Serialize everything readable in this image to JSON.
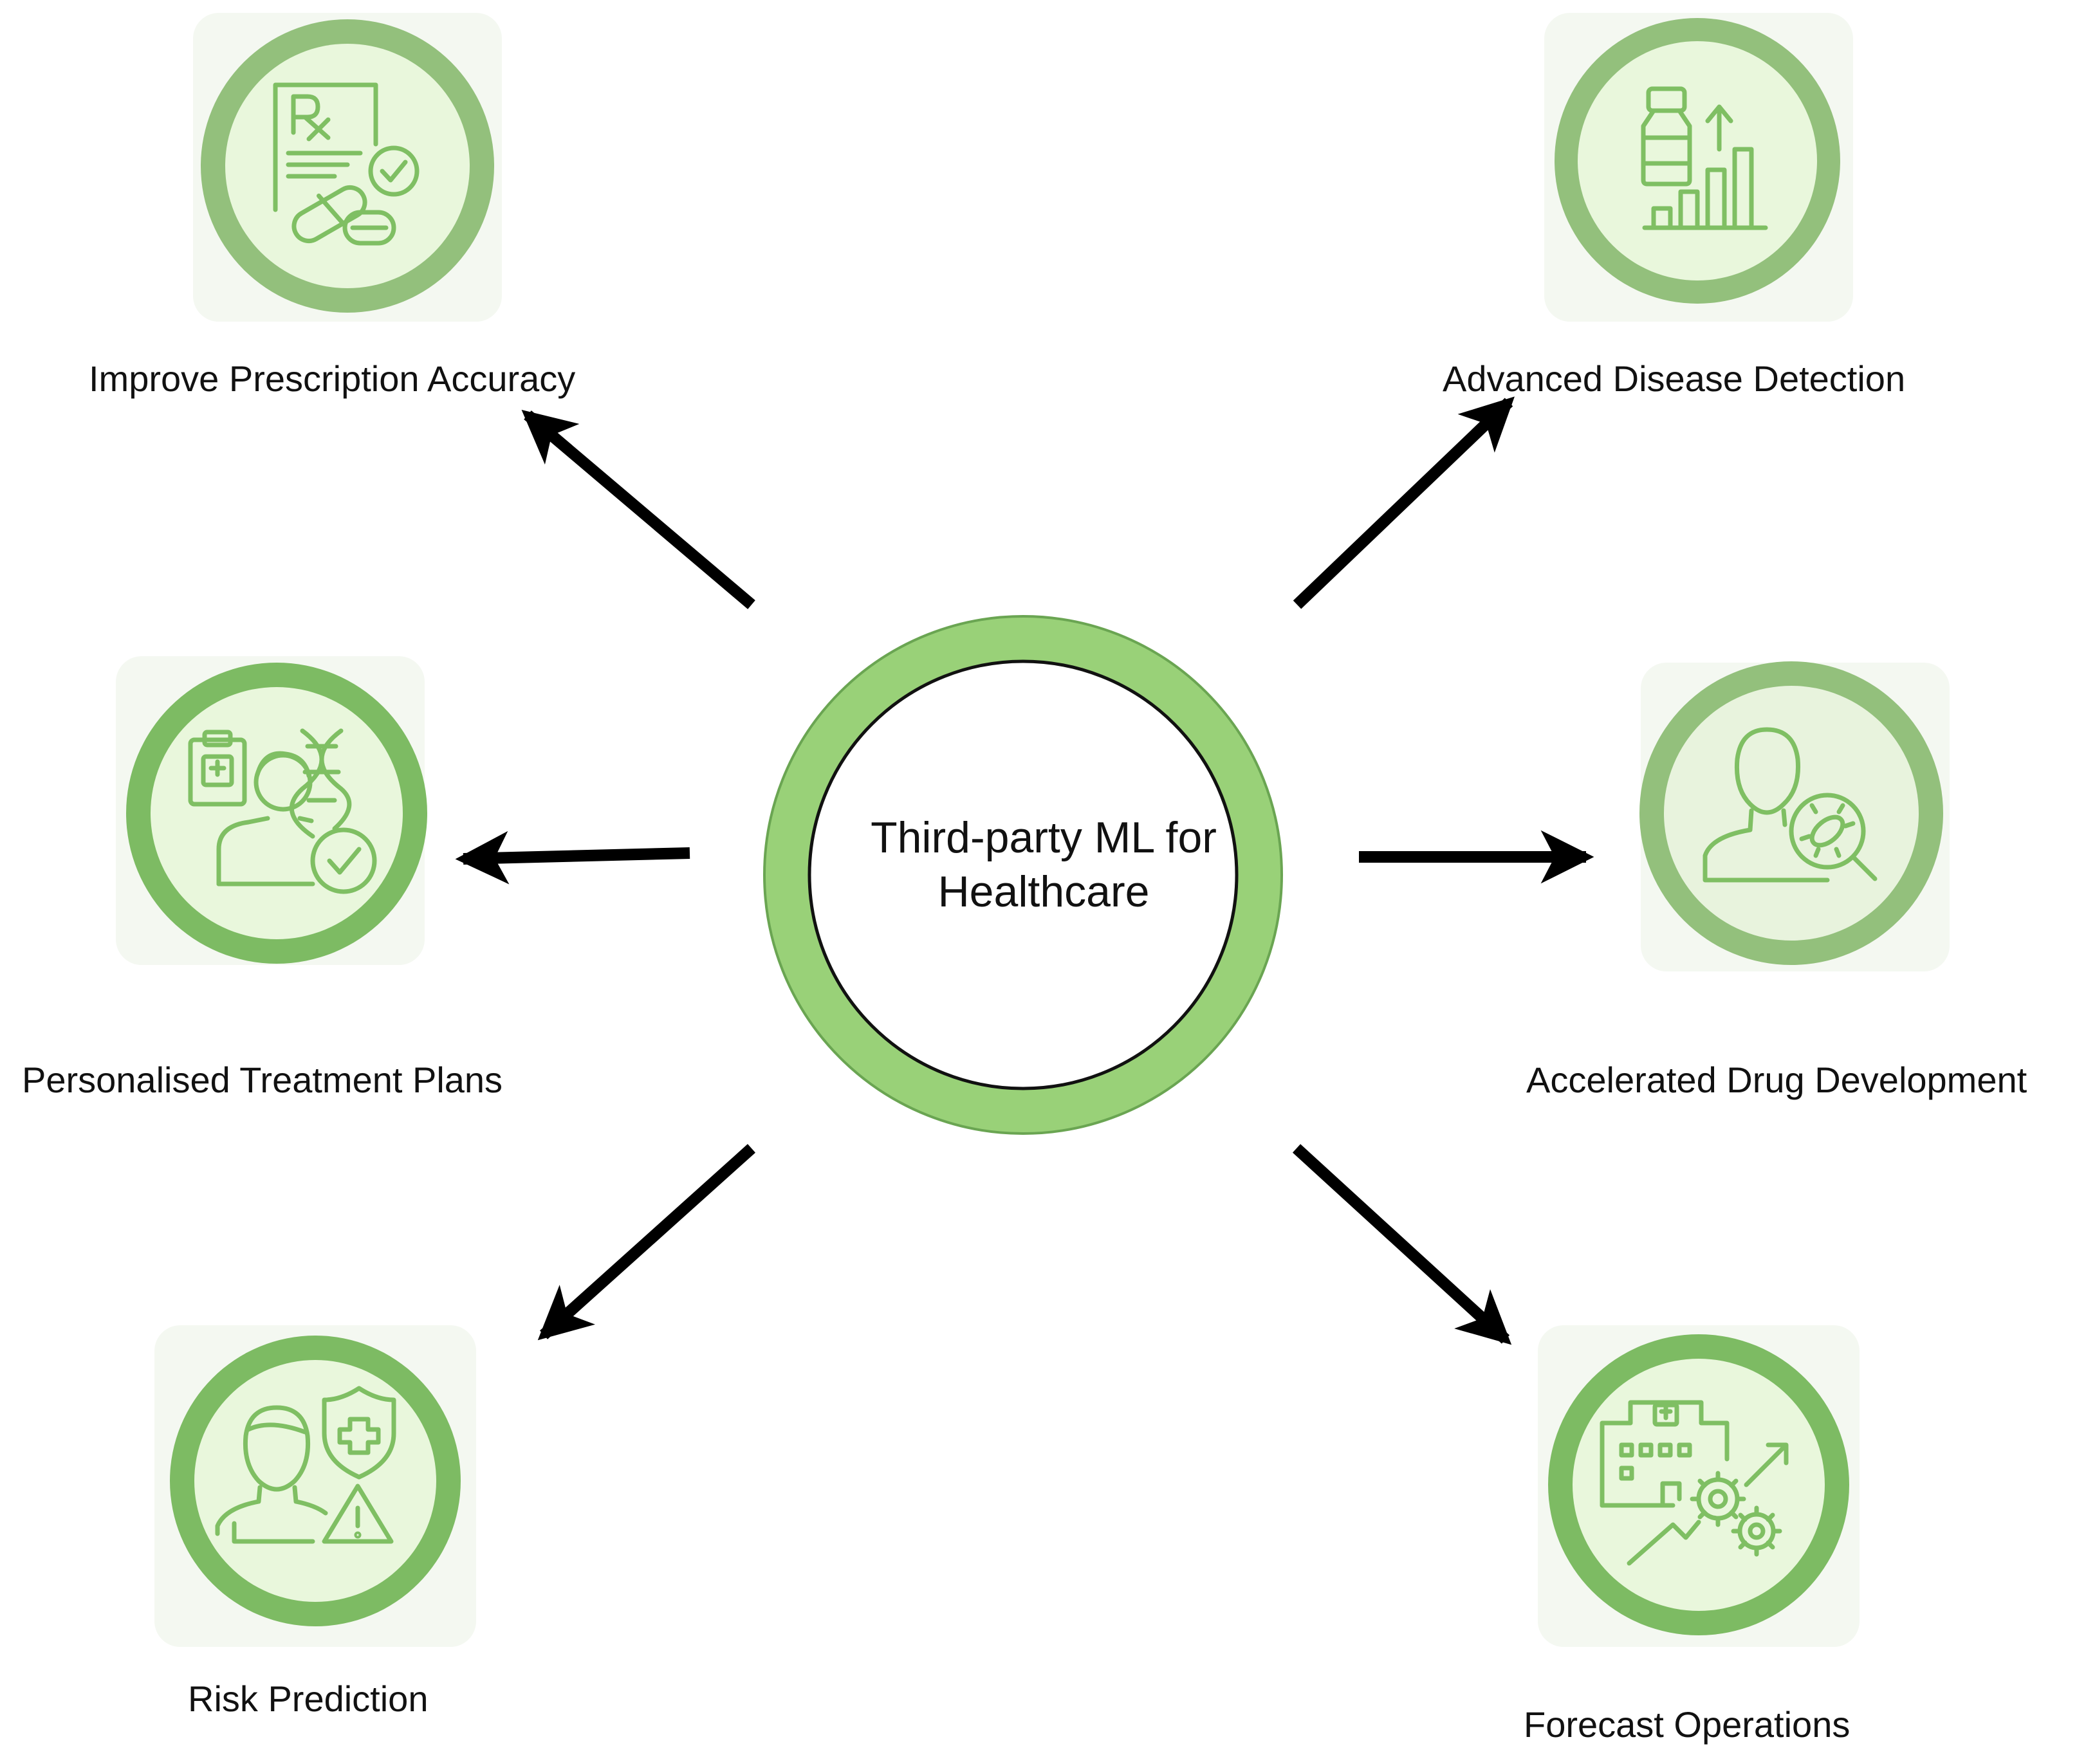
{
  "center": {
    "line1": "Third-party ML for",
    "line2": "Healthcare"
  },
  "nodes": [
    {
      "id": "prescription",
      "label": "Improve Prescription Accuracy",
      "icon": "prescription-pill-icon"
    },
    {
      "id": "disease",
      "label": "Advanced Disease Detection",
      "icon": "medicine-bottle-chart-icon"
    },
    {
      "id": "treatment",
      "label": "Personalised Treatment Plans",
      "icon": "patient-dna-check-icon"
    },
    {
      "id": "drug",
      "label": "Accelerated Drug Development",
      "icon": "person-virus-magnifier-icon"
    },
    {
      "id": "risk",
      "label": "Risk Prediction",
      "icon": "person-shield-warning-icon"
    },
    {
      "id": "forecast",
      "label": "Forecast Operations",
      "icon": "hospital-gears-trend-icon"
    }
  ],
  "colors": {
    "ring_dark": "#7dbb63",
    "ring_medium": "#93c07c",
    "ring_light": "#99d178",
    "disc_fill": "#e9f7dc",
    "icon_stroke": "#7fbf63",
    "arrow": "#000000",
    "text": "#111111"
  }
}
